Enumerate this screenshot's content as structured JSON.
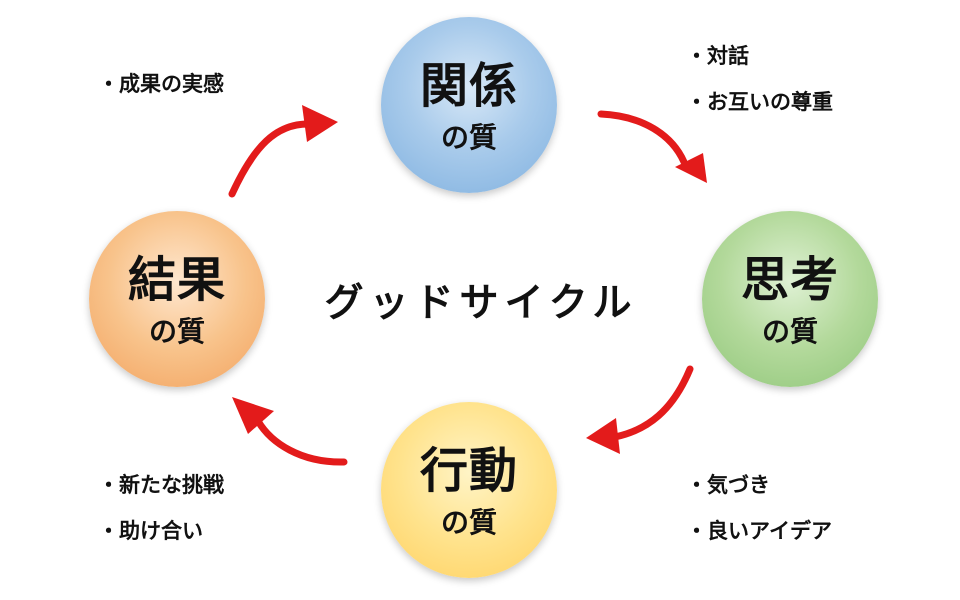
{
  "diagram": {
    "center_title": "グッドサイクル",
    "nodes": {
      "relationship": {
        "main": "関係",
        "sub": "の質",
        "color": "#a9cbeb"
      },
      "thinking": {
        "main": "思考",
        "sub": "の質",
        "color": "#b3d99b"
      },
      "action": {
        "main": "行動",
        "sub": "の質",
        "color": "#ffe38d"
      },
      "results": {
        "main": "結果",
        "sub": "の質",
        "color": "#f8c38b"
      }
    },
    "notes": {
      "results_top": [
        "成果の実感"
      ],
      "relationship": [
        "対話",
        "お互いの尊重"
      ],
      "results_bottom": [
        "新たな挑戦",
        "助け合い"
      ],
      "action": [
        "気づき",
        "良いアイデア"
      ]
    },
    "arrow_color": "#e31b1b"
  }
}
